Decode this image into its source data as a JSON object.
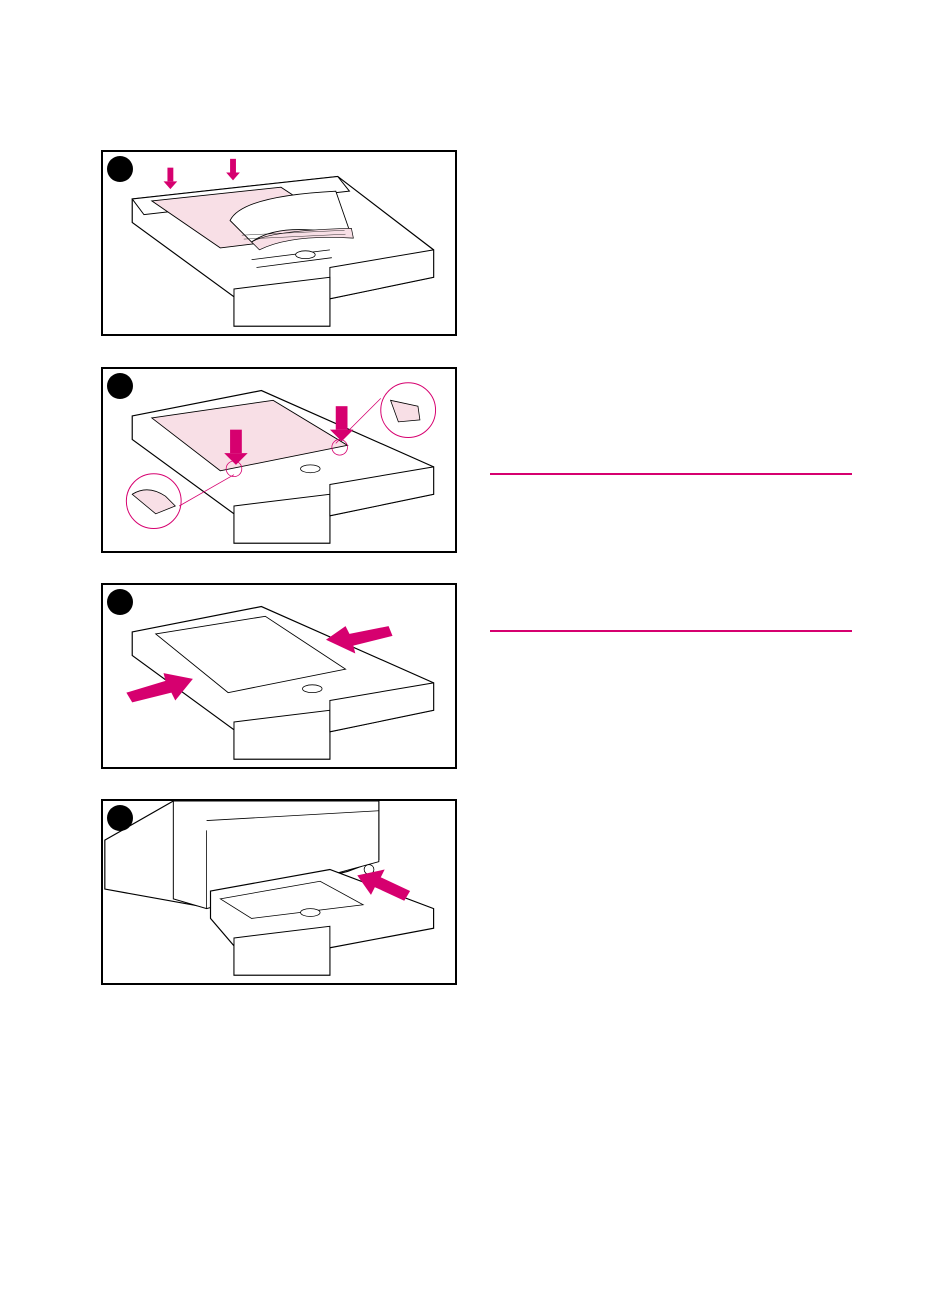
{
  "colors": {
    "accent": "#d6006f",
    "paper": "#f8dfe6",
    "tray": "#ffffff",
    "outline": "#000000"
  },
  "steps": [
    {
      "number": "",
      "icon": "tray-load-paper-icon",
      "arrows": "down"
    },
    {
      "number": "",
      "icon": "tray-paper-under-tabs-icon",
      "arrows": "down"
    },
    {
      "number": "",
      "icon": "tray-adjust-guides-icon",
      "arrows": "inward"
    },
    {
      "number": "",
      "icon": "tray-insert-printer-icon",
      "arrows": "push-in"
    }
  ],
  "dividers": [
    {
      "color": "#d6006f"
    },
    {
      "color": "#d6006f"
    }
  ]
}
